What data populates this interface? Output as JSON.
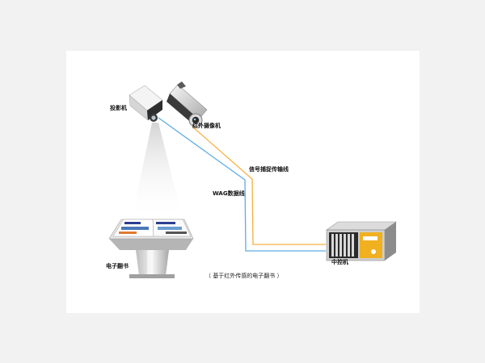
{
  "labels": {
    "projector": "投影机",
    "ir_camera": "红外摄像机",
    "signal_cable": "信号捕捉传输线",
    "wag_cable": "WAG数据线",
    "controller": "中控机",
    "e_book": "电子翻书",
    "caption": "（ 基于红外传感的电子翻书 ）"
  },
  "colors": {
    "background": "#f2f2f3",
    "card": "#ffffff",
    "signal_line": "#f5b041",
    "data_line": "#5dade2",
    "controller_accent": "#f0b020"
  },
  "icons": {
    "projector": "projector-icon",
    "ir_camera": "camera-icon",
    "controller": "controller-box-icon",
    "e_book": "book-stand-icon"
  }
}
